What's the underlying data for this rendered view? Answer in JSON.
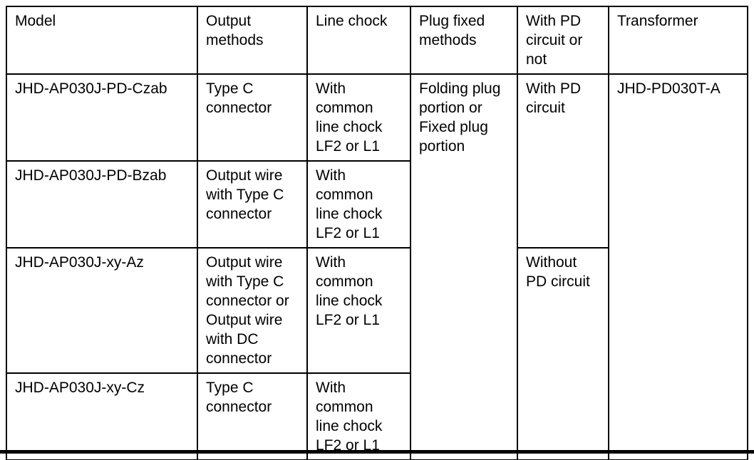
{
  "page": {
    "background": "#ffffff",
    "text_color": "#000000",
    "border_color": "#000000"
  },
  "table": {
    "columns": [
      {
        "label": "Model"
      },
      {
        "label": "Output\nmethods"
      },
      {
        "label": "Line chock"
      },
      {
        "label": "Plug fixed\nmethods"
      },
      {
        "label": "With PD\ncircuit or\nnot"
      },
      {
        "label": "Transformer"
      }
    ],
    "rows": [
      {
        "model": "JHD-AP030J-PD-Czab",
        "output_method": "Type C\nconnector",
        "line_chock": "With\ncommon\nline chock\nLF2 or L1"
      },
      {
        "model": "JHD-AP030J-PD-Bzab",
        "output_method": "Output wire\nwith Type C\nconnector",
        "line_chock": "With\ncommon\nline chock\nLF2 or L1"
      },
      {
        "model": "JHD-AP030J-xy-Az",
        "output_method": "Output wire\nwith Type C\nconnector or\nOutput wire\nwith DC\nconnector",
        "line_chock": "With\ncommon\nline chock\nLF2 or L1"
      },
      {
        "model": "JHD-AP030J-xy-Cz",
        "output_method": "Type C\nconnector",
        "line_chock": "With\ncommon\nline chock\nLF2 or L1"
      }
    ],
    "merged": {
      "plug_fixed_methods": "Folding plug\nportion or\nFixed plug\nportion",
      "pd_circuit_with": "With PD\ncircuit",
      "pd_circuit_without": "Without\nPD circuit",
      "transformer": "JHD-PD030T-A"
    }
  }
}
